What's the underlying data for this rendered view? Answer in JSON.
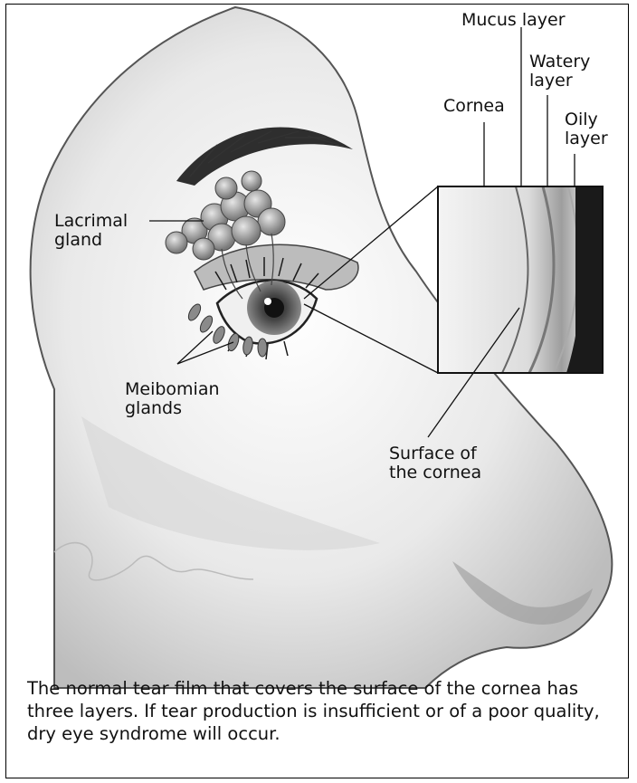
{
  "labels": {
    "mucus_layer": "Mucus layer",
    "watery_layer": "Watery\nlayer",
    "cornea": "Cornea",
    "oily_layer": "Oily\nlayer",
    "lacrimal_gland": "Lacrimal\ngland",
    "meibomian_glands": "Meibomian\nglands",
    "surface_of_cornea": "Surface of\nthe cornea"
  },
  "caption": "The normal tear film that covers the surface of the cornea has three layers. If tear production is insufficient or of a poor quality, dry eye syndrome will occur."
}
